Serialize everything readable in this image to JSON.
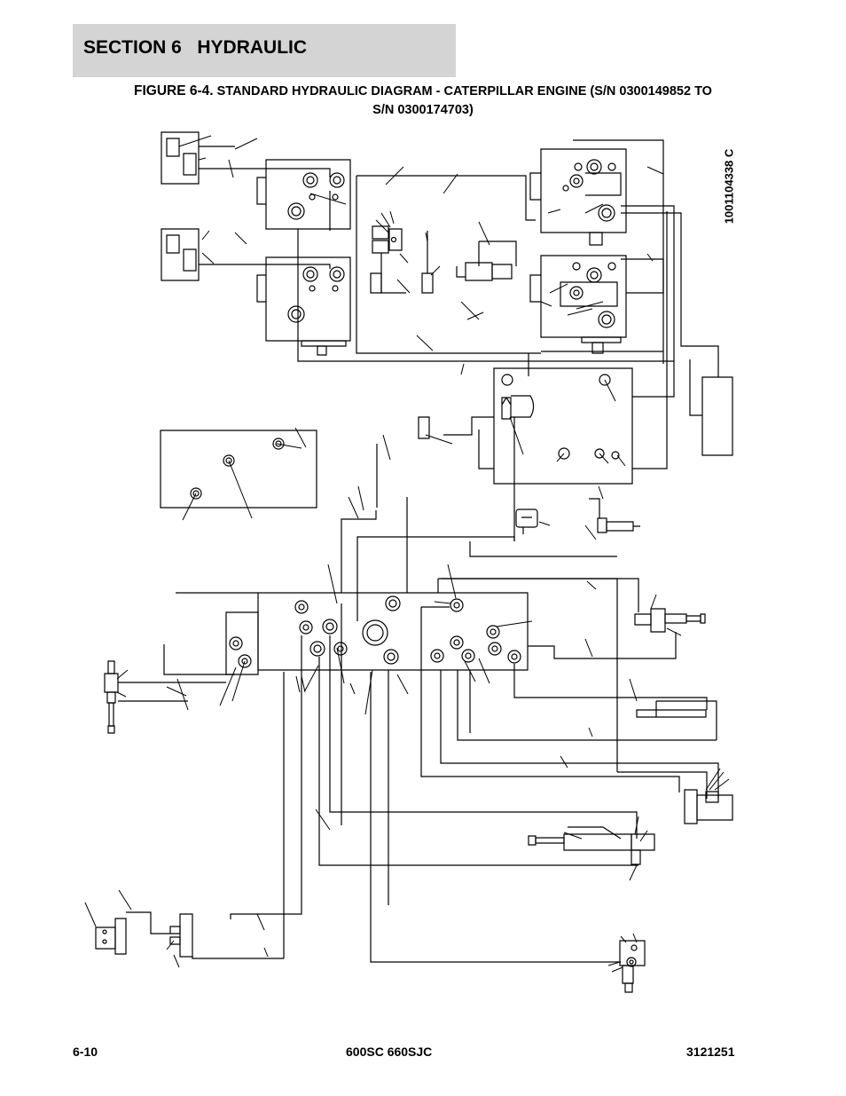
{
  "header": {
    "section": "SECTION 6   HYDRAULIC",
    "figure_lead": "FIGURE 6-4.",
    "figure_title_rest": " STANDARD HYDRAULIC DIAGRAM - CATERPILLAR ENGINE (S/N 0300149852 TO",
    "figure_title_line2": "S/N 0300174703)"
  },
  "diagram": {
    "drawing_number": "1001104338 C"
  },
  "footer": {
    "page": "6-10",
    "models": "600SC 660SJC",
    "manual_number": "3121251"
  }
}
